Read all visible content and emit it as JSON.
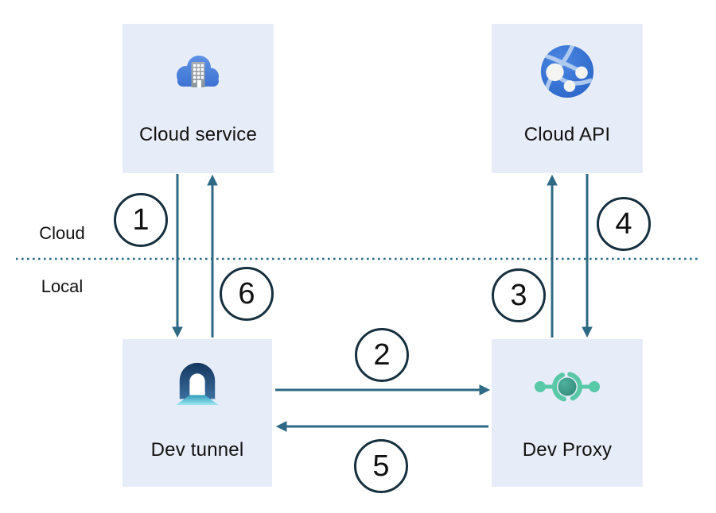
{
  "zones": {
    "cloud": "Cloud",
    "local": "Local"
  },
  "nodes": {
    "cloud_service": {
      "label": "Cloud service",
      "icon": "cloud-service-icon"
    },
    "cloud_api": {
      "label": "Cloud API",
      "icon": "cloud-api-globe-icon"
    },
    "dev_tunnel": {
      "label": "Dev tunnel",
      "icon": "dev-tunnel-icon"
    },
    "dev_proxy": {
      "label": "Dev Proxy",
      "icon": "dev-proxy-icon"
    }
  },
  "steps": [
    "1",
    "2",
    "3",
    "4",
    "5",
    "6"
  ],
  "flows": [
    {
      "step": "1",
      "from": "Cloud service",
      "to": "Dev tunnel"
    },
    {
      "step": "2",
      "from": "Dev tunnel",
      "to": "Dev Proxy"
    },
    {
      "step": "3",
      "from": "Dev Proxy",
      "to": "Cloud API"
    },
    {
      "step": "4",
      "from": "Cloud API",
      "to": "Dev Proxy"
    },
    {
      "step": "5",
      "from": "Dev Proxy",
      "to": "Dev tunnel"
    },
    {
      "step": "6",
      "from": "Dev tunnel",
      "to": "Cloud service"
    }
  ],
  "colors": {
    "box_bg": "#e7edf8",
    "arrow": "#2e6a85",
    "divider": "#2e6a85",
    "step_circle_border": "#16303f",
    "text": "#111111",
    "proxy_mint": "#58c8a7",
    "tunnel_navy": "#16395f",
    "cloud_blue": "#4a80da"
  }
}
